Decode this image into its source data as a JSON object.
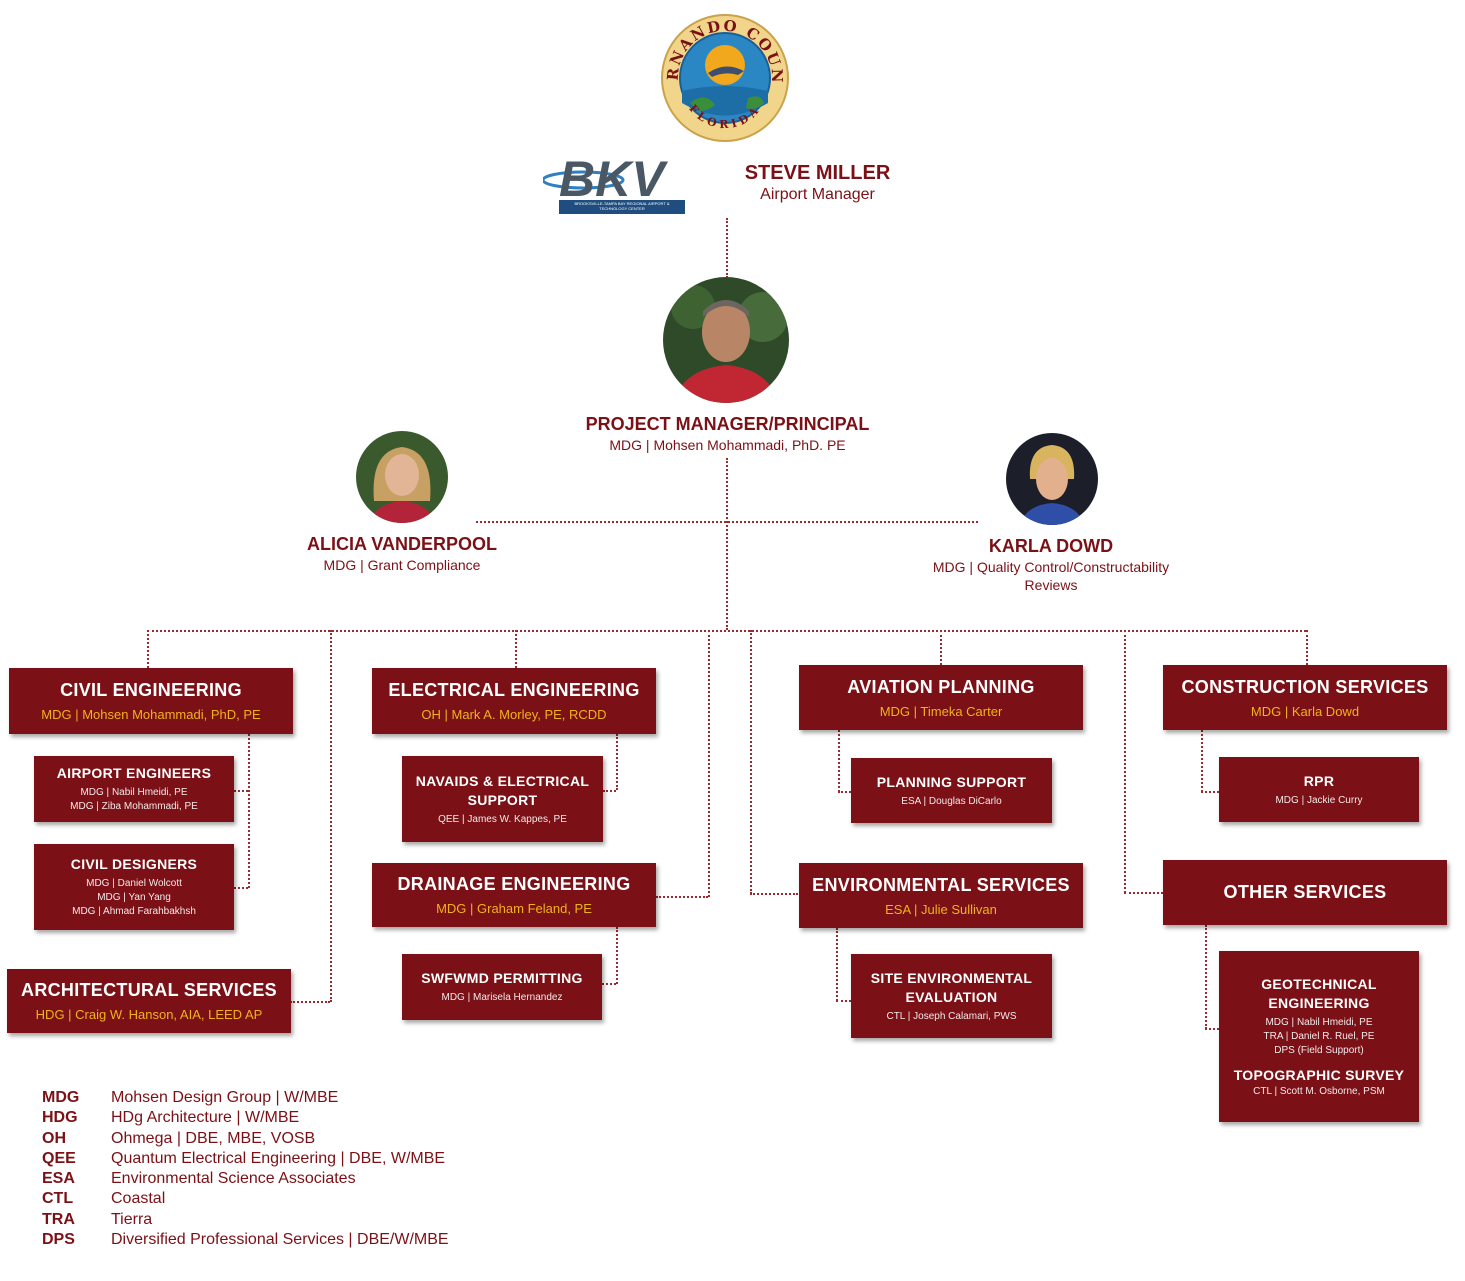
{
  "colors": {
    "brand": "#7b1116",
    "accent": "#f0b21c",
    "line": "#9b2a2e"
  },
  "seal": {
    "top_text": "HERNANDO COUNTY",
    "bottom_text": "FLORIDA"
  },
  "bkv": {
    "logo_text": "BKV",
    "logo_caption": "BROOKSVILLE-TAMPA BAY REGIONAL AIRPORT & TECHNOLOGY CENTER"
  },
  "top": {
    "name": "STEVE MILLER",
    "role": "Airport Manager"
  },
  "pm": {
    "title": "PROJECT MANAGER/PRINCIPAL",
    "sub": "MDG | Mohsen Mohammadi, PhD. PE"
  },
  "alicia": {
    "name": "ALICIA VANDERPOOL",
    "role": "MDG | Grant Compliance"
  },
  "karla": {
    "name": "KARLA DOWD",
    "role_line1": "MDG | Quality Control/Constructability",
    "role_line2": "Reviews"
  },
  "civil": {
    "title": "CIVIL ENGINEERING",
    "sub": "MDG | Mohsen Mohammadi, PhD, PE"
  },
  "airport_eng": {
    "title": "AIRPORT ENGINEERS",
    "l1": "MDG | Nabil Hmeidi, PE",
    "l2": "MDG | Ziba Mohammadi, PE"
  },
  "civil_des": {
    "title": "CIVIL DESIGNERS",
    "l1": "MDG | Daniel Wolcott",
    "l2": "MDG | Yan Yang",
    "l3": "MDG | Ahmad Farahbakhsh"
  },
  "arch": {
    "title": "ARCHITECTURAL SERVICES",
    "sub": "HDG | Craig W. Hanson, AIA, LEED AP"
  },
  "elec": {
    "title": "ELECTRICAL ENGINEERING",
    "sub": "OH | Mark A. Morley, PE, RCDD"
  },
  "navaids": {
    "title1": "NAVAIDS & ELECTRICAL",
    "title2": "SUPPORT",
    "l1": "QEE | James W. Kappes, PE"
  },
  "drainage": {
    "title": "DRAINAGE ENGINEERING",
    "sub": "MDG | Graham Feland, PE"
  },
  "swfwmd": {
    "title": "SWFWMD PERMITTING",
    "l1": "MDG | Marisela Hernandez"
  },
  "aviation": {
    "title": "AVIATION PLANNING",
    "sub": "MDG | Timeka Carter"
  },
  "planning": {
    "title": "PLANNING SUPPORT",
    "l1": "ESA | Douglas DiCarlo"
  },
  "env": {
    "title": "ENVIRONMENTAL SERVICES",
    "sub": "ESA | Julie Sullivan"
  },
  "site_env": {
    "title1": "SITE ENVIRONMENTAL",
    "title2": "EVALUATION",
    "l1": "CTL | Joseph Calamari, PWS"
  },
  "constr": {
    "title": "CONSTRUCTION SERVICES",
    "sub": "MDG | Karla Dowd"
  },
  "rpr": {
    "title": "RPR",
    "l1": "MDG | Jackie Curry"
  },
  "other": {
    "title": "OTHER SERVICES"
  },
  "geo": {
    "title1": "GEOTECHNICAL",
    "title2": "ENGINEERING",
    "l1": "MDG | Nabil Hmeidi, PE",
    "l2": "TRA | Daniel R. Ruel, PE",
    "l3": "DPS (Field Support)",
    "title3": "TOPOGRAPHIC SURVEY",
    "l4": "CTL | Scott M. Osborne, PSM"
  },
  "legend": [
    {
      "abbr": "MDG",
      "full": "Mohsen Design Group | W/MBE"
    },
    {
      "abbr": "HDG",
      "full": "HDg Architecture | W/MBE"
    },
    {
      "abbr": "OH",
      "full": "Ohmega | DBE, MBE, VOSB"
    },
    {
      "abbr": "QEE",
      "full": "Quantum Electrical Engineering | DBE, W/MBE"
    },
    {
      "abbr": "ESA",
      "full": "Environmental Science Associates"
    },
    {
      "abbr": "CTL",
      "full": "Coastal"
    },
    {
      "abbr": "TRA",
      "full": "Tierra"
    },
    {
      "abbr": "DPS",
      "full": "Diversified Professional Services | DBE/W/MBE"
    }
  ]
}
